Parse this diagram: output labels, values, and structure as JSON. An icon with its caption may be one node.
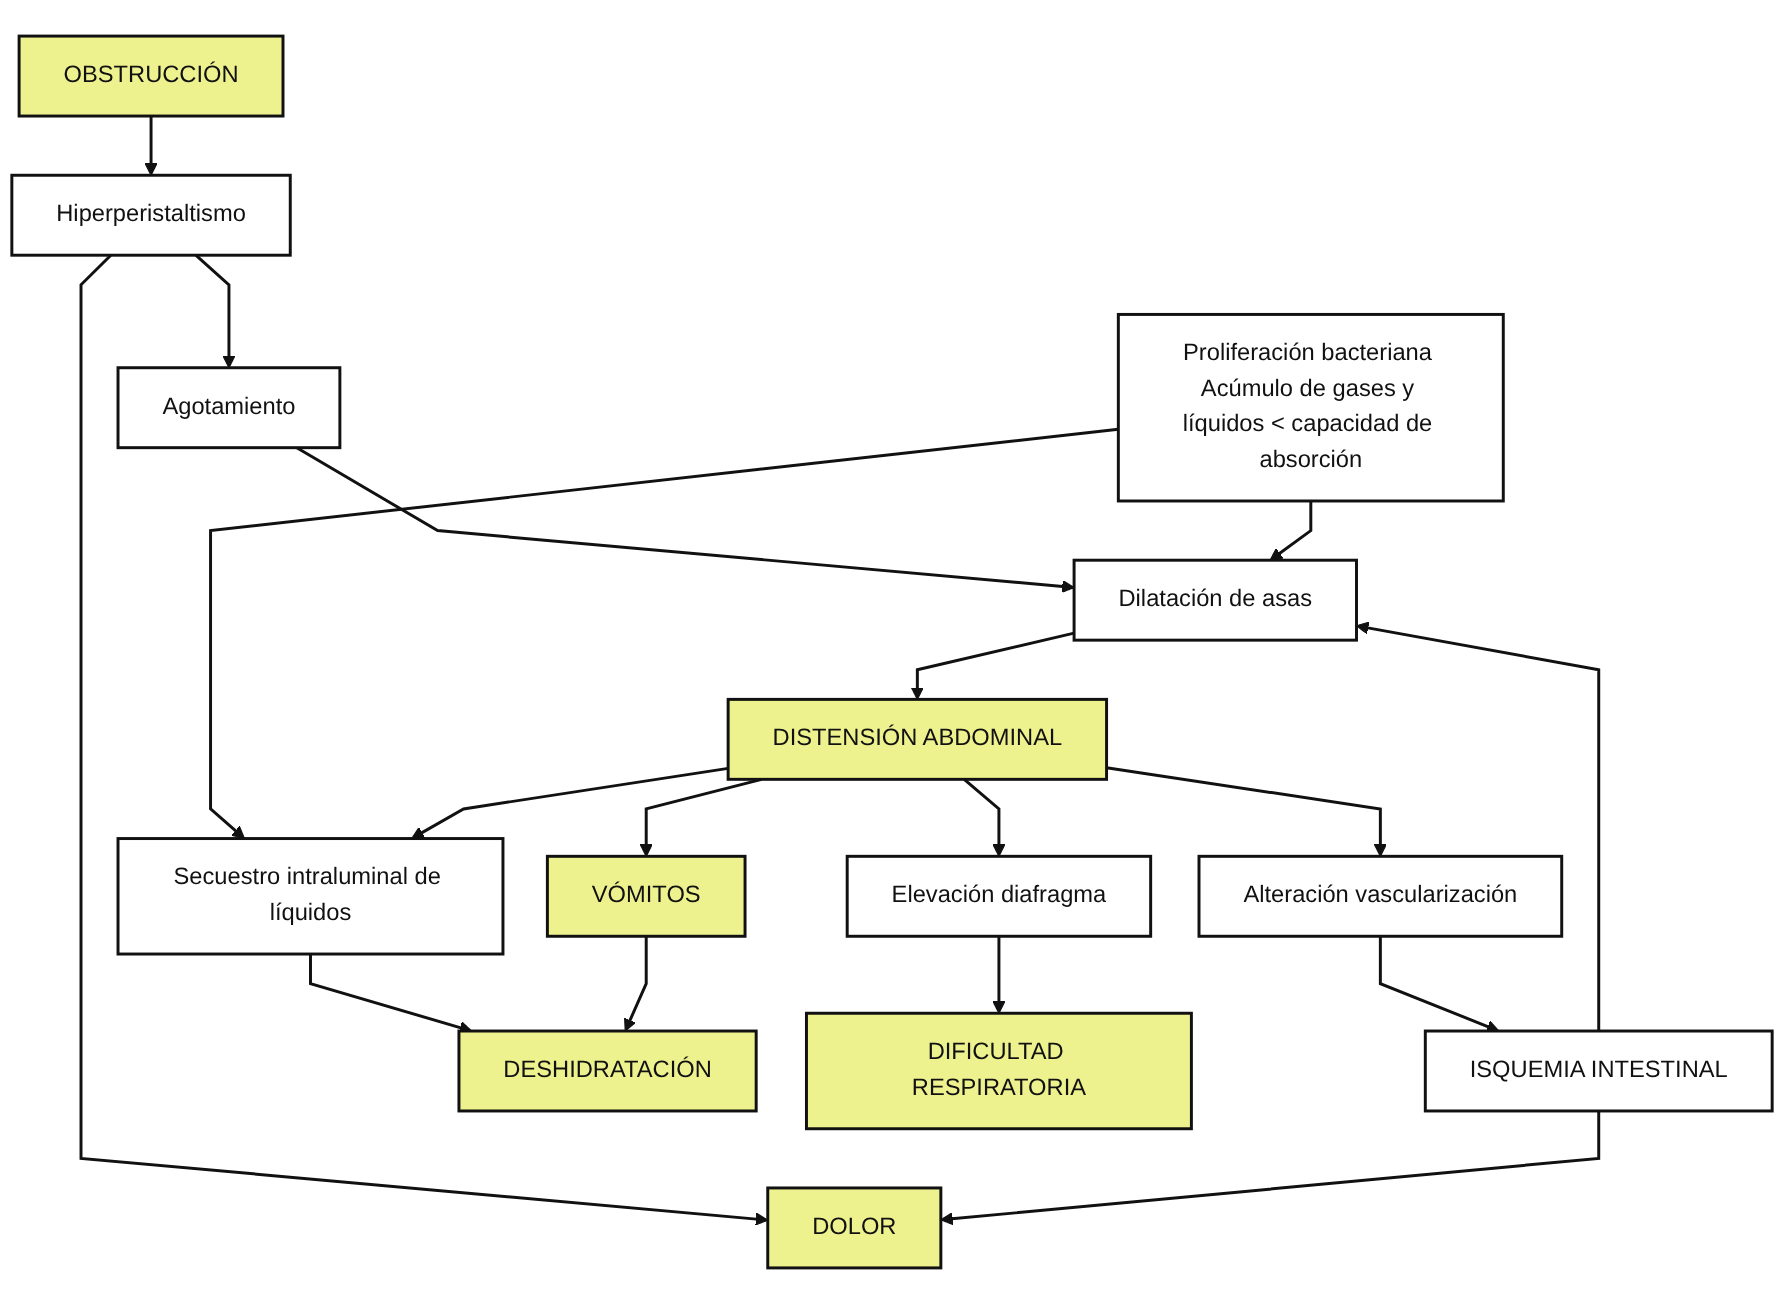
{
  "diagram": {
    "nodes": [
      {
        "text": [
          "OBSTRUCCIÓN"
        ]
      },
      {
        "text": [
          "Hiperperistaltismo"
        ]
      },
      {
        "text": [
          "DOLOR"
        ]
      },
      {
        "text": [
          "Agotamiento"
        ]
      },
      {
        "text": [
          "Proliferación bacteriana Acúmulo de gases y líquidos < capacidad de absorción"
        ]
      },
      {
        "text": [
          "Dilatación de asas"
        ]
      },
      {
        "text": [
          "ISQUEMIA INTESTINAL"
        ]
      },
      {
        "text": [
          "DISTENSIÓN ABDOMINAL"
        ]
      },
      {
        "text": [
          "Secuestro intraluminal de líquidos"
        ]
      },
      {
        "text": [
          "VÓMITOS"
        ]
      },
      {
        "text": [
          "Elevación diafragma"
        ]
      },
      {
        "text": [
          "Alteración vascularización"
        ]
      },
      {
        "text": [
          "DESHIDRATACIÓN"
        ]
      },
      {
        "text": [
          "DIFICULTAD RESPIRATORIA"
        ]
      }
    ],
    "edges": [
      {
        "from": 0,
        "to": 1,
        "arrow": "to"
      },
      {
        "from": 1,
        "to": 2,
        "arrow": "to"
      },
      {
        "from": 1,
        "to": 3,
        "arrow": "to"
      },
      {
        "from": 3,
        "to": 5,
        "arrow": "to"
      },
      {
        "from": 4,
        "to": 5,
        "arrow": "to"
      },
      {
        "from": 6,
        "to": 5,
        "arrow": "to"
      },
      {
        "from": 6,
        "to": 2,
        "arrow": "to"
      },
      {
        "from": 5,
        "to": 7,
        "arrow": "to"
      },
      {
        "from": 4,
        "to": 8,
        "arrow": "to"
      },
      {
        "from": 7,
        "to": 8,
        "arrow": "to"
      },
      {
        "from": 7,
        "to": 9,
        "arrow": "to"
      },
      {
        "from": 7,
        "to": 10,
        "arrow": "to"
      },
      {
        "from": 7,
        "to": 11,
        "arrow": "to"
      },
      {
        "from": 11,
        "to": 6,
        "arrow": "to"
      },
      {
        "from": 8,
        "to": 12,
        "arrow": "to"
      },
      {
        "from": 9,
        "to": 12,
        "arrow": "to"
      },
      {
        "from": 10,
        "to": 13,
        "arrow": "to"
      }
    ]
  }
}
